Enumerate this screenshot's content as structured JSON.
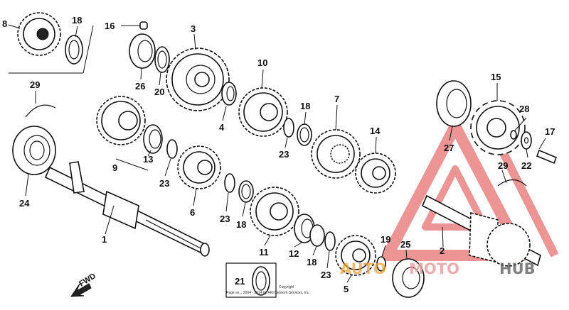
{
  "diagram": {
    "part_numbers": [
      "1",
      "2",
      "3",
      "4",
      "5",
      "6",
      "7",
      "8",
      "9",
      "10",
      "11",
      "12",
      "13",
      "14",
      "15",
      "16",
      "17",
      "18",
      "19",
      "20",
      "21",
      "22",
      "23",
      "24",
      "25",
      "26",
      "27",
      "28",
      "29"
    ],
    "direction_label": "FWD",
    "copyright_lines": [
      "Copyright",
      "Page se... 2004 - 2014 by ARI Network Services, Inc."
    ],
    "watermark": {
      "part1": "AUTO",
      "part2": "MOTO",
      "part3": "HUB"
    },
    "colors": {
      "ink": "#111111",
      "watermark_red": "#e04040",
      "watermark_orange": "#f2a23a"
    }
  }
}
